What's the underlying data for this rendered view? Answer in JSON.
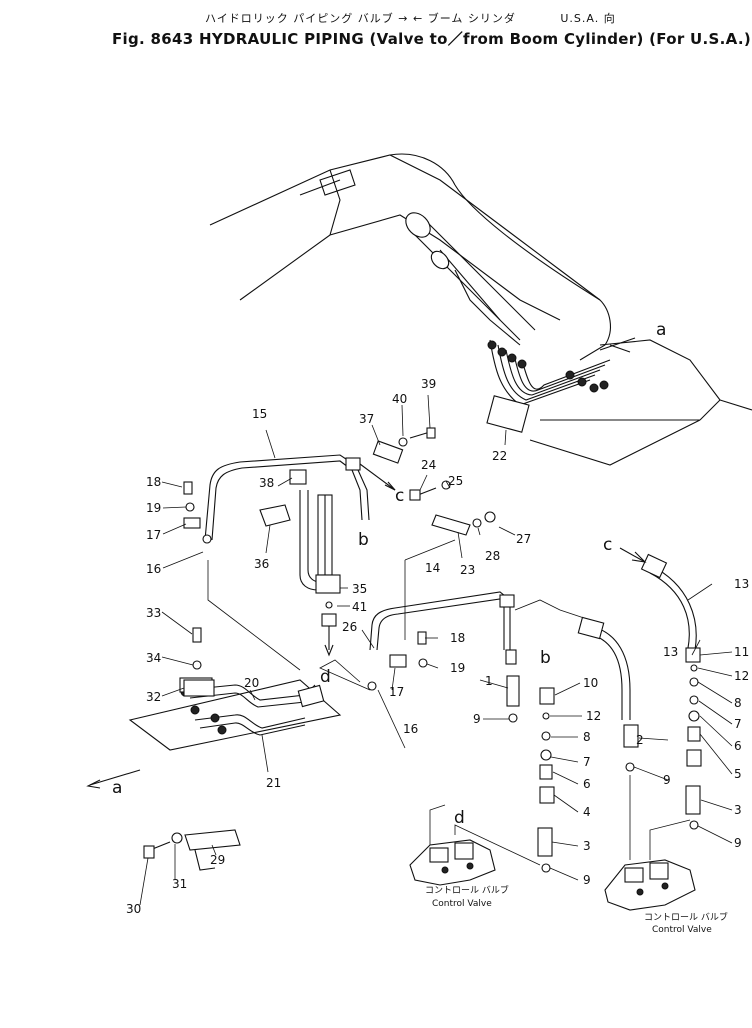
{
  "header": {
    "jp_title": "ハイドロリック パイピング バルブ → ← ブーム シリンダ",
    "region_jp": "U.S.A. 向",
    "title": "Fig. 8643  HYDRAULIC PIPING (Valve to／from Boom Cylinder) (For U.S.A.)"
  },
  "callouts": {
    "a": "a",
    "b": "b",
    "c": "c",
    "d": "d"
  },
  "parts": [
    "1",
    "2",
    "3",
    "4",
    "5",
    "6",
    "7",
    "8",
    "9",
    "10",
    "11",
    "12",
    "13",
    "14",
    "15",
    "16",
    "17",
    "18",
    "19",
    "20",
    "21",
    "22",
    "23",
    "24",
    "25",
    "26",
    "27",
    "28",
    "29",
    "30",
    "31",
    "32",
    "33",
    "34",
    "35",
    "36",
    "37",
    "38",
    "39",
    "40",
    "41"
  ],
  "control_valve": {
    "jp": "コントロール バルブ",
    "en": "Control Valve"
  }
}
